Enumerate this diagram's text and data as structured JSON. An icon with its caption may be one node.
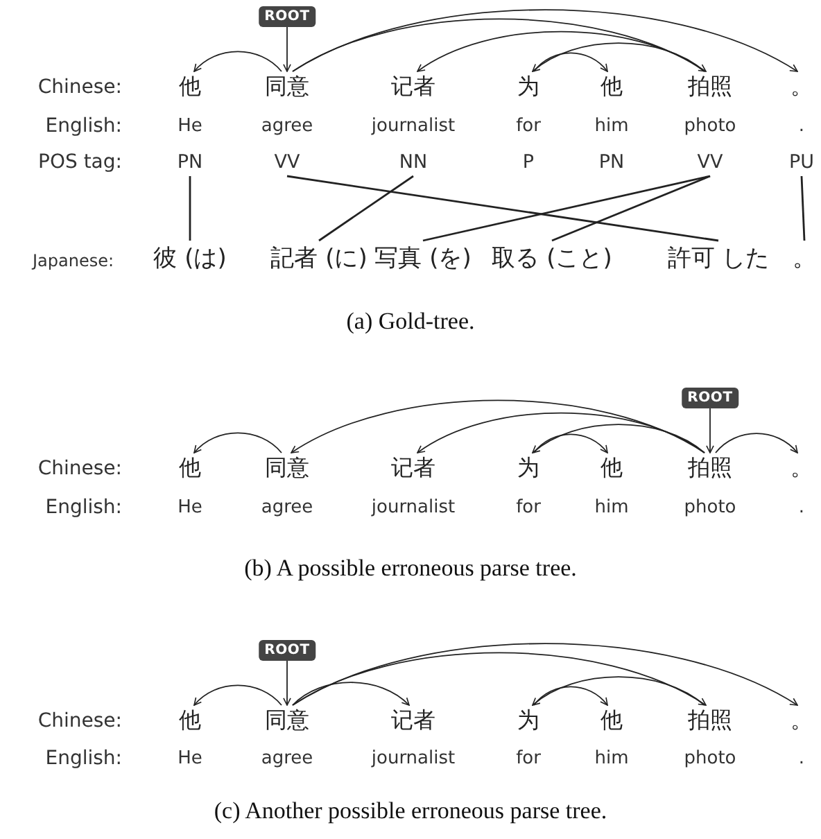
{
  "diagram": {
    "nodes": [
      {
        "text": [
          "ROOT"
        ]
      },
      {
        "text": [
          "他"
        ]
      },
      {
        "text": [
          "同意"
        ]
      },
      {
        "text": [
          "记者"
        ]
      },
      {
        "text": [
          "为"
        ]
      },
      {
        "text": [
          "他"
        ]
      },
      {
        "text": [
          "拍照"
        ]
      },
      {
        "text": [
          "。"
        ]
      },
      {
        "text": [
          "PN"
        ]
      },
      {
        "text": [
          "VV"
        ]
      },
      {
        "text": [
          "NN"
        ]
      },
      {
        "text": [
          "P"
        ]
      },
      {
        "text": [
          "PN"
        ]
      },
      {
        "text": [
          "VV"
        ]
      },
      {
        "text": [
          "PU"
        ]
      },
      {
        "text": [
          "彼 (は)"
        ]
      },
      {
        "text": [
          "記者 (に)"
        ]
      },
      {
        "text": [
          "写真 (を)"
        ]
      },
      {
        "text": [
          "取る (こと)"
        ]
      },
      {
        "text": [
          "許可 した"
        ]
      },
      {
        "text": [
          "。"
        ]
      },
      {
        "text": [
          "ROOT"
        ]
      },
      {
        "text": [
          "他"
        ]
      },
      {
        "text": [
          "同意"
        ]
      },
      {
        "text": [
          "记者"
        ]
      },
      {
        "text": [
          "为"
        ]
      },
      {
        "text": [
          "他"
        ]
      },
      {
        "text": [
          "拍照"
        ]
      },
      {
        "text": [
          "。"
        ]
      },
      {
        "text": [
          "ROOT"
        ]
      },
      {
        "text": [
          "他"
        ]
      },
      {
        "text": [
          "同意"
        ]
      },
      {
        "text": [
          "记者"
        ]
      },
      {
        "text": [
          "为"
        ]
      },
      {
        "text": [
          "他"
        ]
      },
      {
        "text": [
          "拍照"
        ]
      },
      {
        "text": [
          "。"
        ]
      }
    ],
    "edges": [
      {
        "from": 0,
        "to": 2,
        "arrow": "to"
      },
      {
        "from": 2,
        "to": 1,
        "arrow": "to"
      },
      {
        "from": 2,
        "to": 6,
        "arrow": "to"
      },
      {
        "from": 2,
        "to": 7,
        "arrow": "to"
      },
      {
        "from": 6,
        "to": 3,
        "arrow": "to"
      },
      {
        "from": 6,
        "to": 4,
        "arrow": "to"
      },
      {
        "from": 4,
        "to": 5,
        "arrow": "to"
      },
      {
        "from": 8,
        "to": 15,
        "arrow": "none"
      },
      {
        "from": 9,
        "to": 19,
        "arrow": "none"
      },
      {
        "from": 10,
        "to": 16,
        "arrow": "none"
      },
      {
        "from": 13,
        "to": 17,
        "arrow": "none"
      },
      {
        "from": 13,
        "to": 18,
        "arrow": "none"
      },
      {
        "from": 14,
        "to": 20,
        "arrow": "none"
      },
      {
        "from": 21,
        "to": 27,
        "arrow": "to"
      },
      {
        "from": 23,
        "to": 22,
        "arrow": "to"
      },
      {
        "from": 27,
        "to": 23,
        "arrow": "to"
      },
      {
        "from": 27,
        "to": 24,
        "arrow": "to"
      },
      {
        "from": 27,
        "to": 25,
        "arrow": "to"
      },
      {
        "from": 25,
        "to": 26,
        "arrow": "to"
      },
      {
        "from": 27,
        "to": 28,
        "arrow": "to"
      },
      {
        "from": 29,
        "to": 31,
        "arrow": "to"
      },
      {
        "from": 31,
        "to": 30,
        "arrow": "to"
      },
      {
        "from": 31,
        "to": 32,
        "arrow": "to"
      },
      {
        "from": 31,
        "to": 35,
        "arrow": "to"
      },
      {
        "from": 31,
        "to": 36,
        "arrow": "to"
      },
      {
        "from": 35,
        "to": 33,
        "arrow": "to"
      },
      {
        "from": 33,
        "to": 34,
        "arrow": "to"
      }
    ],
    "labels": [
      "Chinese:",
      "English:",
      "He",
      "agree",
      "journalist",
      "for",
      "him",
      "photo",
      ".",
      "POS tag:",
      "Japanese:",
      "(a) Gold-tree.",
      "Chinese:",
      "English:",
      "He",
      "agree",
      "journalist",
      "for",
      "him",
      "photo",
      ".",
      "(b) A possible erroneous parse tree.",
      "Chinese:",
      "English:",
      "He",
      "agree",
      "journalist",
      "for",
      "him",
      "photo",
      ".",
      "(c) Another possible erroneous parse tree."
    ]
  }
}
